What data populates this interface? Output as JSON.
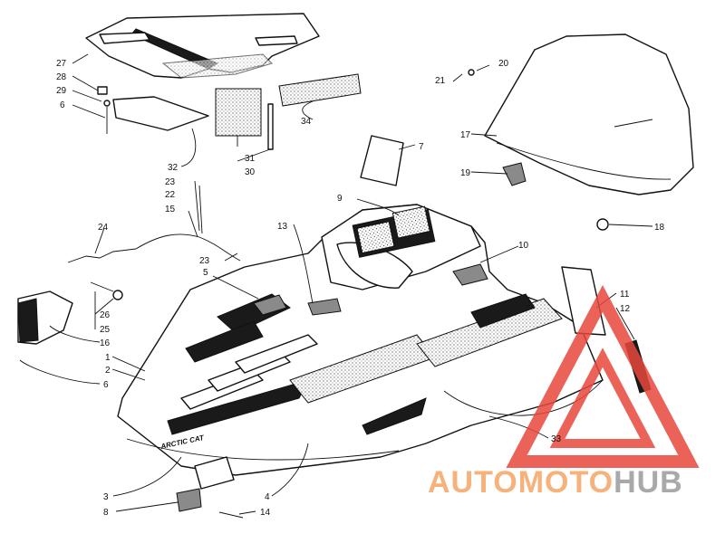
{
  "callouts": [
    {
      "id": "1",
      "label": "1"
    },
    {
      "id": "2",
      "label": "2"
    },
    {
      "id": "3",
      "label": "3"
    },
    {
      "id": "4",
      "label": "4"
    },
    {
      "id": "5",
      "label": "5"
    },
    {
      "id": "6a",
      "label": "6"
    },
    {
      "id": "6b",
      "label": "6"
    },
    {
      "id": "7",
      "label": "7"
    },
    {
      "id": "8",
      "label": "8"
    },
    {
      "id": "9",
      "label": "9"
    },
    {
      "id": "10",
      "label": "10"
    },
    {
      "id": "11",
      "label": "11"
    },
    {
      "id": "12",
      "label": "12"
    },
    {
      "id": "13",
      "label": "13"
    },
    {
      "id": "14",
      "label": "14"
    },
    {
      "id": "15",
      "label": "15"
    },
    {
      "id": "16",
      "label": "16"
    },
    {
      "id": "17",
      "label": "17"
    },
    {
      "id": "18",
      "label": "18"
    },
    {
      "id": "19",
      "label": "19"
    },
    {
      "id": "20",
      "label": "20"
    },
    {
      "id": "21",
      "label": "21"
    },
    {
      "id": "22",
      "label": "22"
    },
    {
      "id": "23a",
      "label": "23"
    },
    {
      "id": "23b",
      "label": "23"
    },
    {
      "id": "24",
      "label": "24"
    },
    {
      "id": "25",
      "label": "25"
    },
    {
      "id": "26",
      "label": "26"
    },
    {
      "id": "27",
      "label": "27"
    },
    {
      "id": "28",
      "label": "28"
    },
    {
      "id": "29",
      "label": "29"
    },
    {
      "id": "30",
      "label": "30"
    },
    {
      "id": "31",
      "label": "31"
    },
    {
      "id": "32",
      "label": "32"
    },
    {
      "id": "33",
      "label": "33"
    },
    {
      "id": "34",
      "label": "34"
    }
  ],
  "hood_decal_text": "ARCTIC CAT",
  "watermark": {
    "part_a": "AUTOMOTO",
    "part_b": "HUB",
    "color_a": "#f6b27a",
    "color_b": "#a9a9a9",
    "triangle_color": "#e8473c"
  }
}
